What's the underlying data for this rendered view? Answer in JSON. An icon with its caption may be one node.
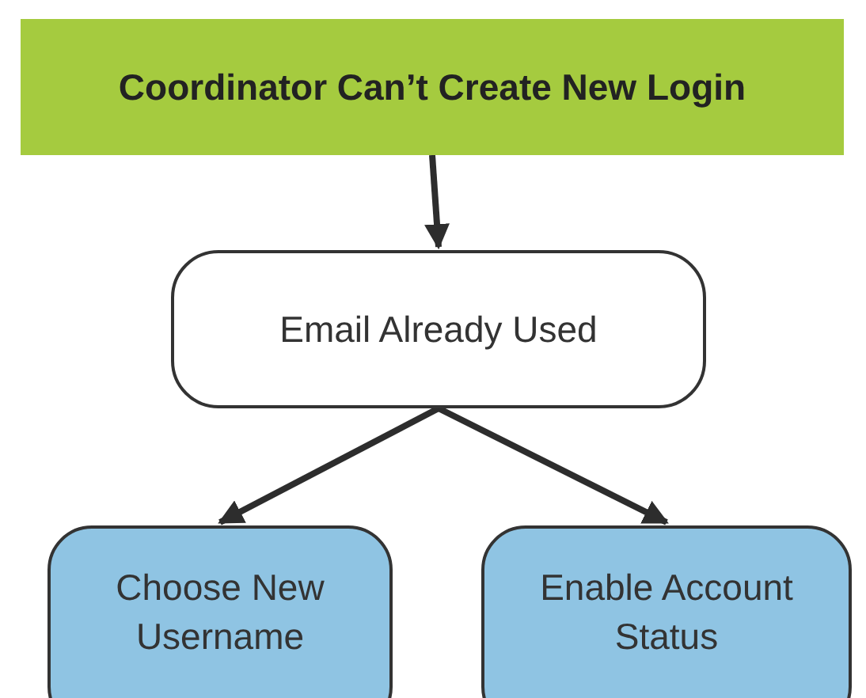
{
  "diagram": {
    "nodes": [
      {
        "text": [
          "Coordinator Can’t Create New Login"
        ]
      },
      {
        "text": [
          "Email Already Used"
        ]
      },
      {
        "text": [
          "Choose New Username"
        ]
      },
      {
        "text": [
          "Enable Account Status"
        ]
      }
    ],
    "edges": [
      {
        "from": 0,
        "to": 1,
        "arrow": "to"
      },
      {
        "from": 1,
        "to": 2,
        "arrow": "to"
      },
      {
        "from": 1,
        "to": 3,
        "arrow": "to"
      }
    ]
  }
}
